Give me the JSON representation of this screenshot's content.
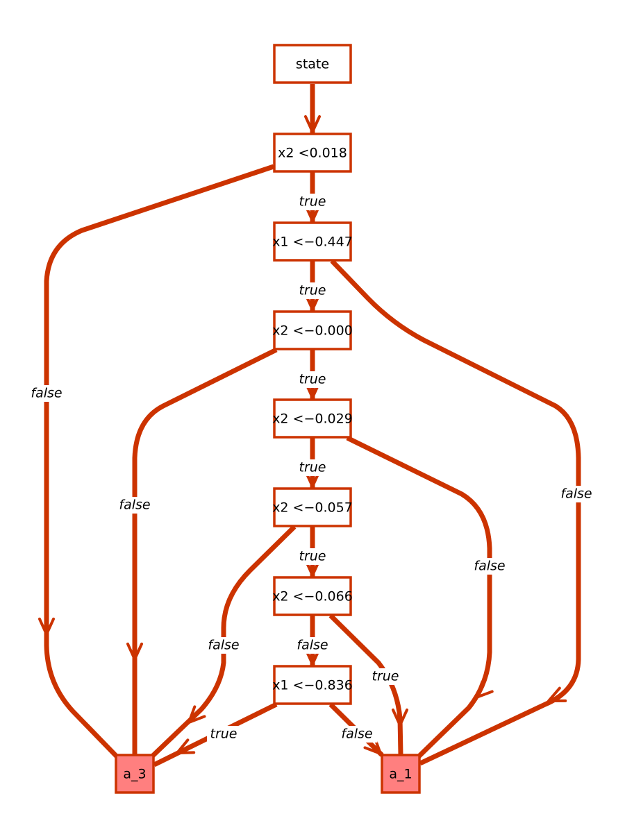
{
  "colors": {
    "edge": "#cc3300",
    "node_border": "#cc3300",
    "node_fill": "#ffffff",
    "leaf_fill": "#ff7f7f"
  },
  "nodes": [
    {
      "id": "state",
      "label": "state",
      "leaf": false
    },
    {
      "id": "n1",
      "label": "x2 <0.018",
      "leaf": false
    },
    {
      "id": "n2",
      "label": "x1 <−0.447",
      "leaf": false
    },
    {
      "id": "n3",
      "label": "x2 <−0.000",
      "leaf": false
    },
    {
      "id": "n4",
      "label": "x2 <−0.029",
      "leaf": false
    },
    {
      "id": "n5",
      "label": "x2 <−0.057",
      "leaf": false
    },
    {
      "id": "n6",
      "label": "x2 <−0.066",
      "leaf": false
    },
    {
      "id": "n7",
      "label": "x1 <−0.836",
      "leaf": false
    },
    {
      "id": "a3",
      "label": "a_3",
      "leaf": true
    },
    {
      "id": "a1",
      "label": "a_1",
      "leaf": true
    }
  ],
  "edges": [
    {
      "from": "state",
      "to": "n1",
      "label": ""
    },
    {
      "from": "n1",
      "to": "n2",
      "label": "true"
    },
    {
      "from": "n1",
      "to": "a3",
      "label": "false"
    },
    {
      "from": "n2",
      "to": "n3",
      "label": "true"
    },
    {
      "from": "n2",
      "to": "a1",
      "label": "false"
    },
    {
      "from": "n3",
      "to": "n4",
      "label": "true"
    },
    {
      "from": "n3",
      "to": "a3",
      "label": "false"
    },
    {
      "from": "n4",
      "to": "n5",
      "label": "true"
    },
    {
      "from": "n4",
      "to": "a1",
      "label": "false"
    },
    {
      "from": "n5",
      "to": "n6",
      "label": "true"
    },
    {
      "from": "n5",
      "to": "a3",
      "label": "false"
    },
    {
      "from": "n6",
      "to": "n7",
      "label": "false"
    },
    {
      "from": "n6",
      "to": "a1",
      "label": "true"
    },
    {
      "from": "n7",
      "to": "a3",
      "label": "true"
    },
    {
      "from": "n7",
      "to": "a1",
      "label": "false"
    }
  ]
}
